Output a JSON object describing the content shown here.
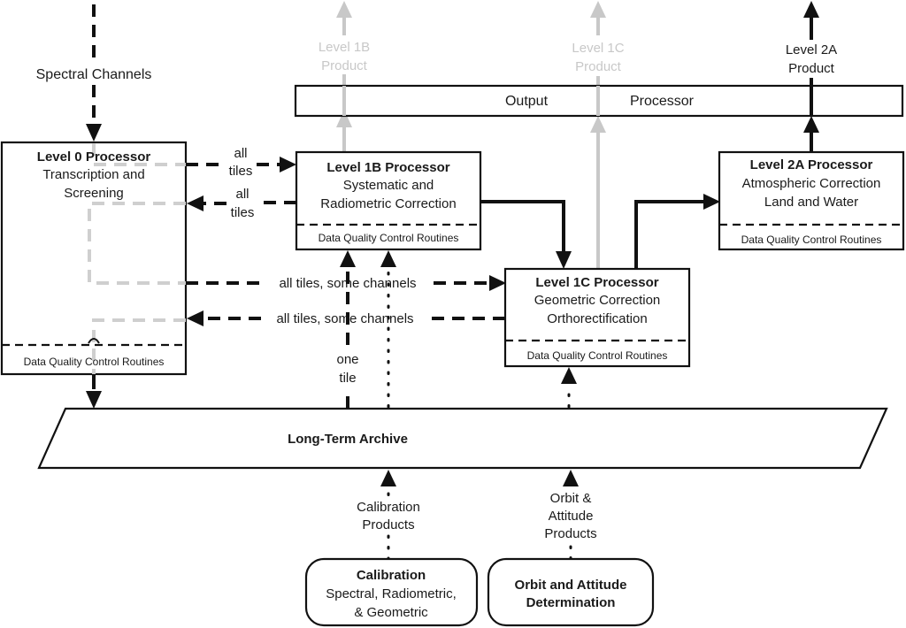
{
  "inputs": {
    "spectral_channels": "Spectral Channels"
  },
  "output_processor": {
    "left": "Output",
    "right": "Processor"
  },
  "products": {
    "l1b": [
      "Level 1B",
      "Product"
    ],
    "l1c": [
      "Level 1C",
      "Product"
    ],
    "l2a": [
      "Level 2A",
      "Product"
    ]
  },
  "processors": {
    "l0": {
      "title": "Level 0 Processor",
      "lines": [
        "Transcription and",
        "Screening"
      ],
      "qc": "Data Quality Control Routines"
    },
    "l1b": {
      "title": "Level 1B Processor",
      "lines": [
        "Systematic and",
        "Radiometric Correction"
      ],
      "qc": "Data Quality Control Routines"
    },
    "l1c": {
      "title": "Level 1C Processor",
      "lines": [
        "Geometric Correction",
        "Orthorectification"
      ],
      "qc": "Data Quality Control Routines"
    },
    "l2a": {
      "title": "Level 2A Processor",
      "lines": [
        "Atmospheric Correction",
        "Land and Water"
      ],
      "qc": "Data Quality Control Routines"
    }
  },
  "flow_labels": {
    "all_tiles_a": [
      "all",
      "tiles"
    ],
    "all_tiles_b": [
      "all",
      "tiles"
    ],
    "some_channels_fwd": "all tiles, some channels",
    "some_channels_back": "all tiles, some channels",
    "one_tile": [
      "one",
      "tile"
    ],
    "calibration_products": [
      "Calibration",
      "Products"
    ],
    "orbit_products": [
      "Orbit &",
      "Attitude",
      "Products"
    ]
  },
  "archive": {
    "label": "Long-Term Archive"
  },
  "sources": {
    "calibration": {
      "title": "Calibration",
      "lines": [
        "Spectral, Radiometric,",
        "& Geometric"
      ]
    },
    "orbit": {
      "title_lines": [
        "Orbit and Attitude",
        "Determination"
      ]
    }
  }
}
